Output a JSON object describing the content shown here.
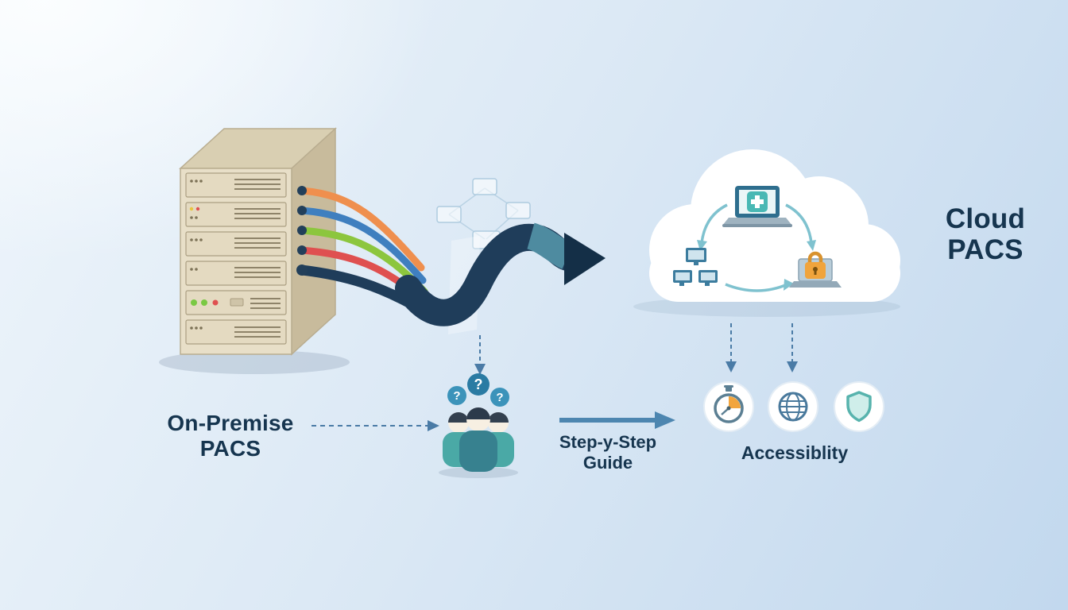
{
  "labels": {
    "on_premise": {
      "line1": "On-Premise",
      "line2": "PACS"
    },
    "guide": {
      "line1": "Step-y-Step",
      "line2": "Guide"
    },
    "cloud": {
      "line1": "Cloud",
      "line2": "PACS"
    },
    "accessibility": "Accessiblity",
    "question_mark": "?"
  },
  "colors": {
    "background_top_left": "#eef5fb",
    "background_bottom_right": "#c2d8ee",
    "navy_text": "#16354f",
    "arrow_navy": "#1f3d5a",
    "arrow_teal": "#4e8ba0",
    "steel_blue": "#4a7ba6",
    "teal": "#4aa9a6",
    "orange": "#f0a43c",
    "cable_orange": "#ef8f4e",
    "cable_blue": "#3f7fbf",
    "cable_green": "#8cc63e",
    "cable_red": "#df5050",
    "rack_beige": "#e8dfc8",
    "cloud_white": "#ffffff"
  },
  "icons": {
    "server_rack": "server-rack",
    "cable_bundle": "cable-bundle",
    "migration_arrow": "migration-s-arrow",
    "flowchart_ghost": "flowchart-ghost",
    "people_group": "people-question-group",
    "cloud_shape": "cloud",
    "laptop_medical": "laptop-medical-icon",
    "devices": "devices-network-icon",
    "padlock_laptop": "padlock-laptop-icon",
    "stopwatch": "stopwatch-icon",
    "globe": "globe-icon",
    "shield": "shield-icon"
  }
}
